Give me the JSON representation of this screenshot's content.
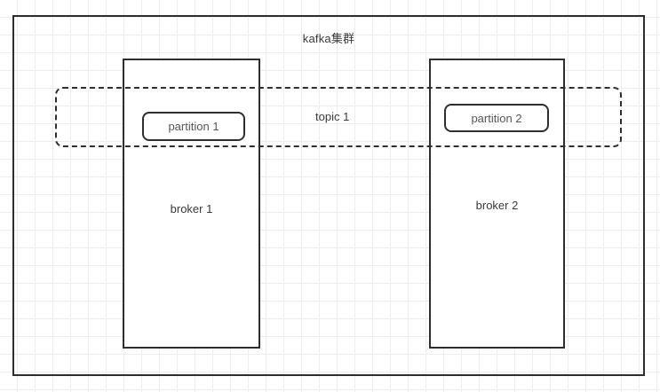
{
  "diagram": {
    "title": "kafka集群",
    "cluster": {
      "label": "kafka集群"
    },
    "topic": {
      "label": "topic 1"
    },
    "brokers": [
      {
        "label": "broker 1"
      },
      {
        "label": "broker 2"
      }
    ],
    "partitions": [
      {
        "label": "partition 1"
      },
      {
        "label": "partition 2"
      }
    ],
    "colors": {
      "stroke": "#2e2e30",
      "text": "#3a3a3a",
      "partition_text": "#55565a",
      "grid": "#ededed",
      "background": "#ffffff"
    }
  }
}
